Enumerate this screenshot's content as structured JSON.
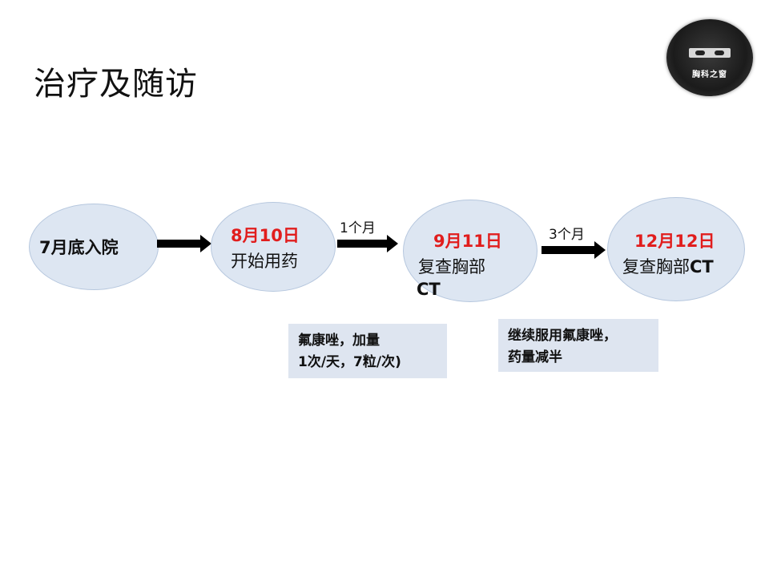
{
  "title": "治疗及随访",
  "logo": {
    "text": "胸科之窗"
  },
  "nodes": [
    {
      "line1": "7月底入院"
    },
    {
      "date": "8月10日",
      "line2": "开始用药"
    },
    {
      "date": "9月11日",
      "line2": "复查胸部",
      "line3": "CT"
    },
    {
      "date": "12月12日",
      "line2_cn": "复查胸部",
      "line2_en": "CT"
    }
  ],
  "arrows": [
    {
      "label": ""
    },
    {
      "label": "1个月"
    },
    {
      "label": "3个月"
    }
  ],
  "notes": [
    {
      "line1": "氟康唑，加量",
      "line2": "1次/天，7粒/次)"
    },
    {
      "line1": "继续服用氟康唑，",
      "line2": "药量减半"
    }
  ],
  "colors": {
    "date_red": "#e11d1d",
    "node_fill": "#dde6f2",
    "note_fill": "#dee5f0"
  }
}
